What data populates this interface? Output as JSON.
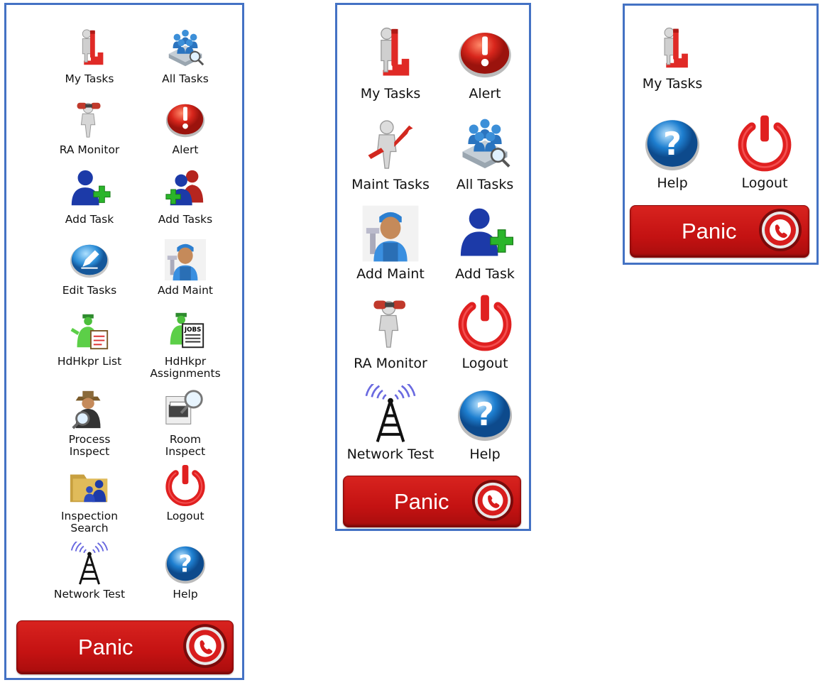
{
  "panels": [
    {
      "tiles": [
        {
          "label": "My Tasks",
          "icon": "my-tasks-icon"
        },
        {
          "label": "All Tasks",
          "icon": "all-tasks-icon"
        },
        {
          "label": "RA Monitor",
          "icon": "ra-monitor-icon"
        },
        {
          "label": "Alert",
          "icon": "alert-icon"
        },
        {
          "label": "Add Task",
          "icon": "add-task-icon"
        },
        {
          "label": "Add Tasks",
          "icon": "add-tasks-icon"
        },
        {
          "label": "Edit Tasks",
          "icon": "edit-tasks-icon"
        },
        {
          "label": "Add Maint",
          "icon": "add-maint-icon"
        },
        {
          "label": "HdHkpr List",
          "icon": "hdhkpr-list-icon"
        },
        {
          "label": "HdHkpr\nAssignments",
          "icon": "hdhkpr-assignments-icon"
        },
        {
          "label": "Process\nInspect",
          "icon": "process-inspect-icon"
        },
        {
          "label": "Room\nInspect",
          "icon": "room-inspect-icon"
        },
        {
          "label": "Inspection\nSearch",
          "icon": "inspection-search-icon"
        },
        {
          "label": "Logout",
          "icon": "logout-icon"
        },
        {
          "label": "Network Test",
          "icon": "network-test-icon"
        },
        {
          "label": "Help",
          "icon": "help-icon"
        }
      ],
      "panic_label": "Panic"
    },
    {
      "tiles": [
        {
          "label": "My Tasks",
          "icon": "my-tasks-icon"
        },
        {
          "label": "Alert",
          "icon": "alert-icon"
        },
        {
          "label": "Maint Tasks",
          "icon": "maint-tasks-icon"
        },
        {
          "label": "All Tasks",
          "icon": "all-tasks-icon"
        },
        {
          "label": "Add Maint",
          "icon": "add-maint-icon"
        },
        {
          "label": "Add Task",
          "icon": "add-task-icon"
        },
        {
          "label": "RA Monitor",
          "icon": "ra-monitor-icon"
        },
        {
          "label": "Logout",
          "icon": "logout-icon"
        },
        {
          "label": "Network Test",
          "icon": "network-test-icon"
        },
        {
          "label": "Help",
          "icon": "help-icon"
        }
      ],
      "panic_label": "Panic"
    },
    {
      "tiles": [
        {
          "label": "My Tasks",
          "icon": "my-tasks-icon"
        },
        {
          "label": "Help",
          "icon": "help-icon"
        },
        {
          "label": "Logout",
          "icon": "logout-icon"
        }
      ],
      "panic_label": "Panic"
    }
  ],
  "colors": {
    "panel_border": "#4472c4",
    "panic_red": "#c41212",
    "alert_red": "#d8261c",
    "help_blue": "#1e7fd0",
    "user_blue": "#1c3aa8",
    "plus_green": "#2ab52a"
  }
}
